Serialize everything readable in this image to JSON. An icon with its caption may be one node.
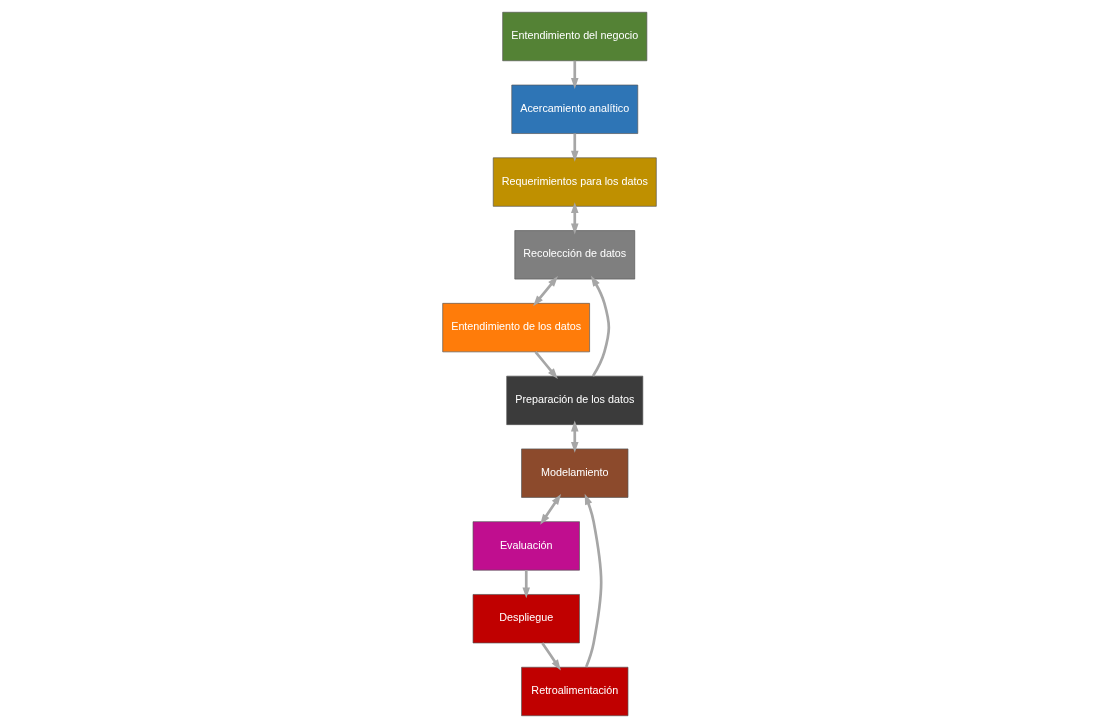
{
  "diagram": {
    "nodes": [
      {
        "text": [
          "Entendimiento del negocio"
        ]
      },
      {
        "text": [
          "Acercamiento analítico"
        ]
      },
      {
        "text": [
          "Requerimientos para los datos"
        ]
      },
      {
        "text": [
          "Recolección de datos"
        ]
      },
      {
        "text": [
          "Entendimiento de los datos"
        ]
      },
      {
        "text": [
          "Preparación de los datos"
        ]
      },
      {
        "text": [
          "Modelamiento"
        ]
      },
      {
        "text": [
          "Evaluación"
        ]
      },
      {
        "text": [
          "Despliegue"
        ]
      },
      {
        "text": [
          "Retroalimentación"
        ]
      }
    ],
    "edges": [
      {
        "from": 0,
        "to": 1,
        "arrow": "to"
      },
      {
        "from": 1,
        "to": 2,
        "arrow": "to"
      },
      {
        "from": 2,
        "to": 3,
        "arrow": "both"
      },
      {
        "from": 3,
        "to": 4,
        "arrow": "both"
      },
      {
        "from": 4,
        "to": 5,
        "arrow": "to"
      },
      {
        "from": 5,
        "to": 3,
        "arrow": "to"
      },
      {
        "from": 5,
        "to": 6,
        "arrow": "both"
      },
      {
        "from": 6,
        "to": 7,
        "arrow": "both"
      },
      {
        "from": 7,
        "to": 8,
        "arrow": "to"
      },
      {
        "from": 8,
        "to": 9,
        "arrow": "to"
      },
      {
        "from": 9,
        "to": 6,
        "arrow": "to"
      }
    ]
  }
}
